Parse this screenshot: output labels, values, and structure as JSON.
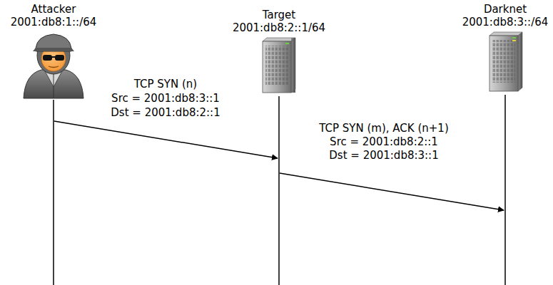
{
  "diagram": {
    "nodes": [
      {
        "text": [
          "Attacker",
          "2001:db8:1::/64"
        ]
      },
      {
        "text": [
          "Target",
          "2001:db8:2::1/64"
        ]
      },
      {
        "text": [
          "Darknet",
          "2001:db8:3::/64"
        ]
      }
    ],
    "edges": [
      {
        "from": 0,
        "to": 1,
        "arrow": "to",
        "label": "TCP SYN (n)"
      },
      {
        "from": 1,
        "to": 2,
        "arrow": "to",
        "label": "TCP SYN (m), ACK (n+1)"
      }
    ],
    "labels": [
      "Src = 2001:db8:3::1",
      "Dst = 2001:db8:2::1",
      "Src = 2001:db8:2::1",
      "Dst = 2001:db8:3::1"
    ]
  }
}
